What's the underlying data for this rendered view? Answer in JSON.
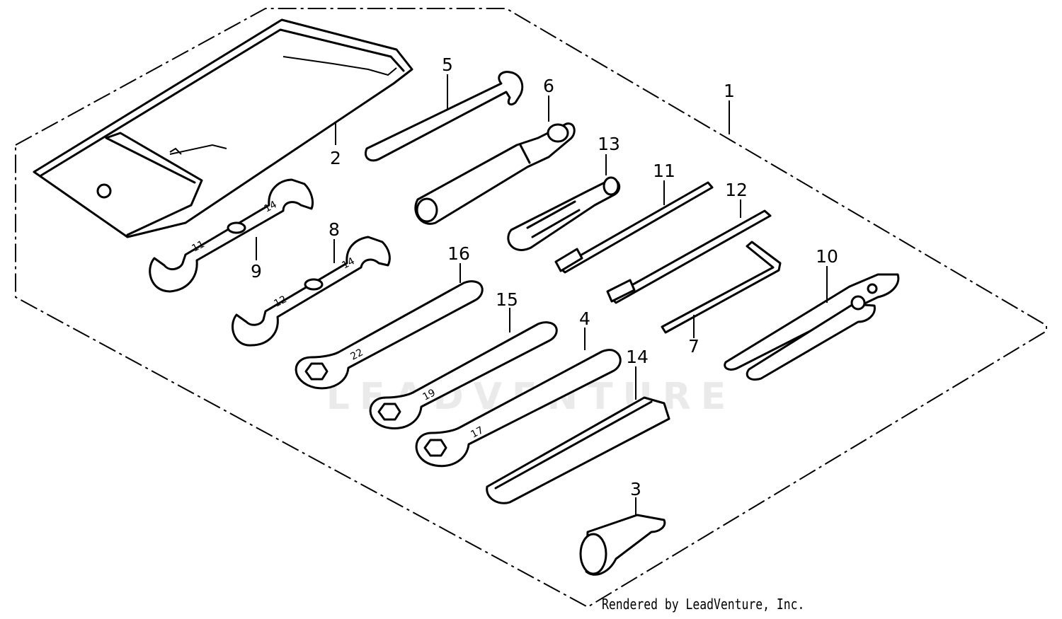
{
  "watermark": "LEADVENTURE",
  "credit": "Rendered by LeadVenture, Inc.",
  "callouts": [
    {
      "id": "1",
      "label": "1"
    },
    {
      "id": "2",
      "label": "2"
    },
    {
      "id": "3",
      "label": "3"
    },
    {
      "id": "4",
      "label": "4"
    },
    {
      "id": "5",
      "label": "5"
    },
    {
      "id": "6",
      "label": "6"
    },
    {
      "id": "7",
      "label": "7"
    },
    {
      "id": "8",
      "label": "8"
    },
    {
      "id": "9",
      "label": "9"
    },
    {
      "id": "10",
      "label": "10"
    },
    {
      "id": "11",
      "label": "11"
    },
    {
      "id": "12",
      "label": "12"
    },
    {
      "id": "13",
      "label": "13"
    },
    {
      "id": "14",
      "label": "14"
    },
    {
      "id": "15",
      "label": "15"
    },
    {
      "id": "16",
      "label": "16"
    }
  ],
  "wrench_markings": {
    "w9_left": "11",
    "w9_right": "14",
    "w8_left": "12",
    "w8_right": "14",
    "w16": "22",
    "w15": "19",
    "w4": "17"
  }
}
